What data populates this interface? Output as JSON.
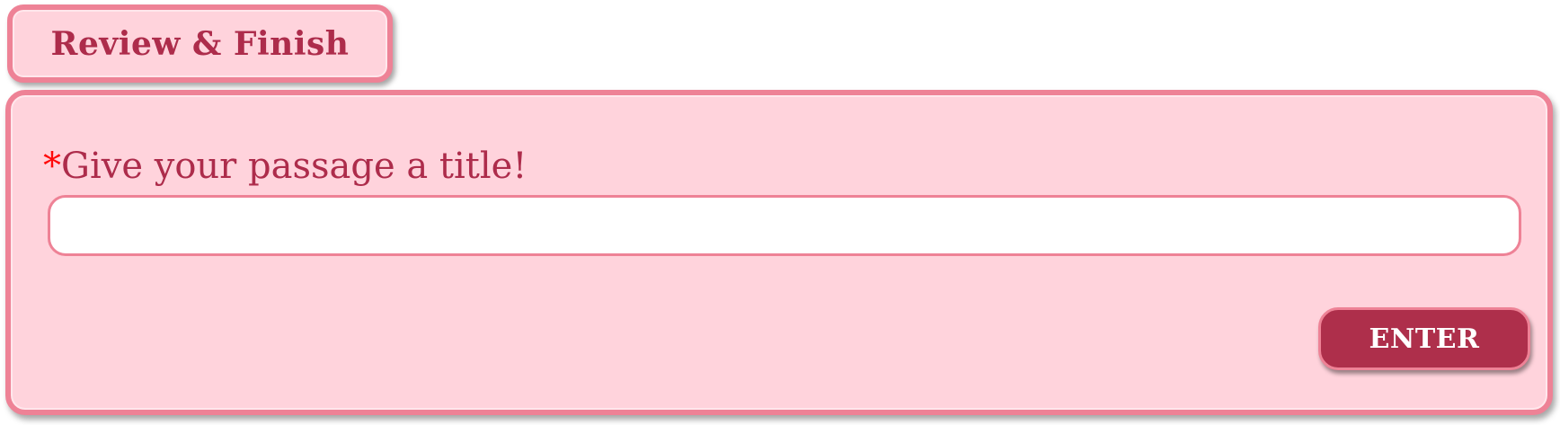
{
  "tab": {
    "title": "Review & Finish"
  },
  "form": {
    "required_mark": "*",
    "title_label": "Give your passage a title!",
    "title_value": "",
    "title_placeholder": "",
    "enter_label": "ENTER"
  },
  "colors": {
    "panel_background": "#ffd3dc",
    "border_pink": "#ee8296",
    "text_crimson": "#ad2c4b",
    "required_red": "#ff0a0a",
    "button_background": "#ae2f4b",
    "button_text": "#ffffff"
  }
}
